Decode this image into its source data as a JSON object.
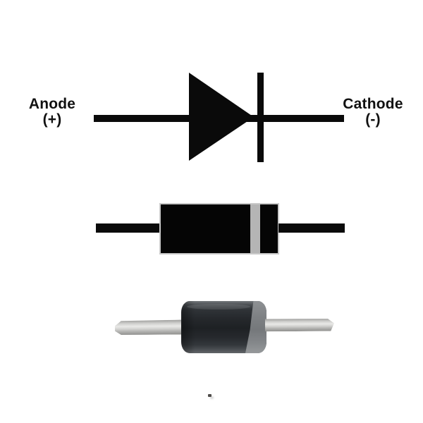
{
  "figure": {
    "title": "diode-polarity-diagram",
    "background_color": "#ffffff",
    "symbol": {
      "anode_label": "Anode",
      "anode_polarity": "(+)",
      "cathode_label": "Cathode",
      "cathode_polarity": "(-)",
      "ink_color": "#0a0a0a"
    },
    "package_drawing": {
      "body_color": "#050505",
      "outline_color": "#c9c9c9",
      "cathode_band_color": "#b5b5b5"
    },
    "photo": {
      "body_color": "#26292d",
      "cathode_cap_color": "#7e8184",
      "lead_color": "#cfcfcd"
    }
  }
}
